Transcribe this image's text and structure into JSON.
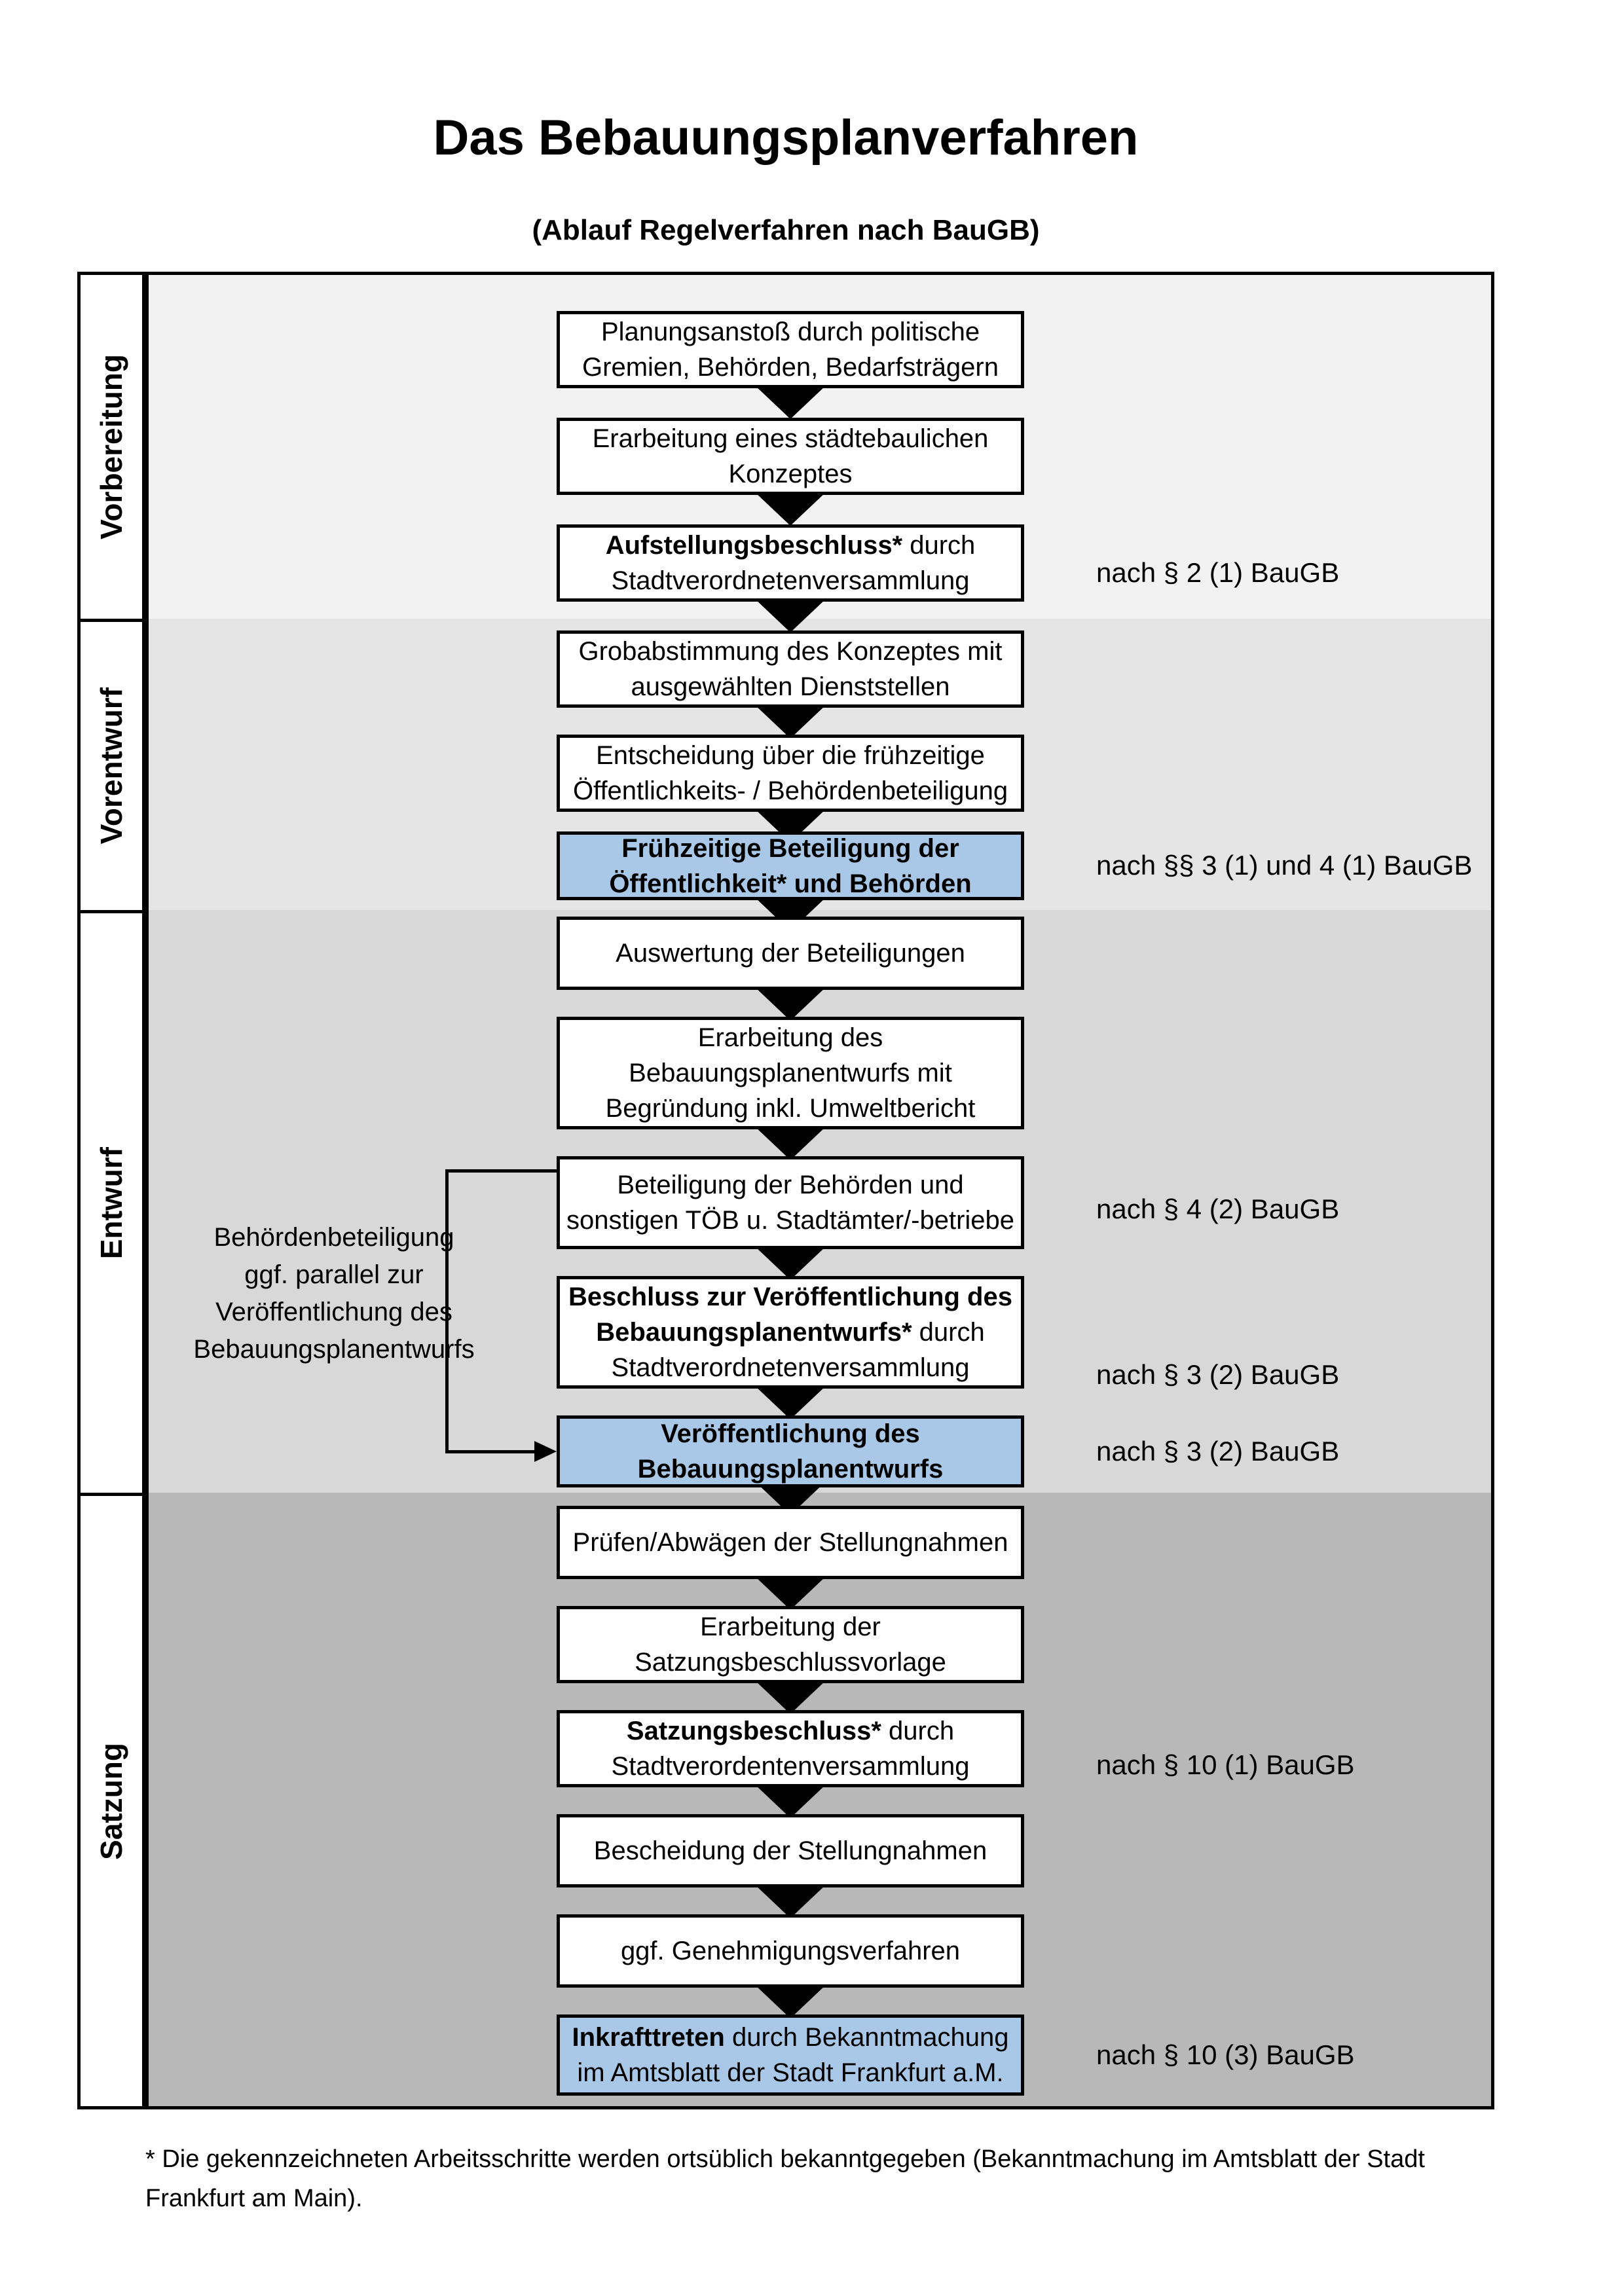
{
  "title": "Das Bebauungsplanverfahren",
  "subtitle": "(Ablauf Regelverfahren nach BauGB)",
  "phases": [
    "Vorbereitung",
    "Vorentwurf",
    "Entwurf",
    "Satzung"
  ],
  "boxes": [
    {
      "lines": [
        {
          "r": "Planungsanstoß durch politische"
        },
        {
          "r": "Gremien, Behörden, Bedarfsträgern"
        }
      ]
    },
    {
      "lines": [
        {
          "r": "Erarbeitung eines städtebaulichen"
        },
        {
          "r": "Konzeptes"
        }
      ]
    },
    {
      "lines": [
        {
          "b": "Aufstellungsbeschluss*",
          "r": " durch"
        },
        {
          "r": "Stadtverordnetenversammlung"
        }
      ]
    },
    {
      "lines": [
        {
          "r": "Grobabstimmung des Konzeptes mit"
        },
        {
          "r": "ausgewählten Dienststellen"
        }
      ]
    },
    {
      "lines": [
        {
          "r": "Entscheidung über die frühzeitige"
        },
        {
          "r": "Öffentlichkeits- / Behördenbeteiligung"
        }
      ]
    },
    {
      "highlight": true,
      "lines": [
        {
          "b": "Frühzeitige Beteiligung der"
        },
        {
          "b": "Öffentlichkeit* und Behörden"
        }
      ]
    },
    {
      "lines": [
        {
          "r": "Auswertung der Beteiligungen"
        }
      ]
    },
    {
      "lines": [
        {
          "r": "Erarbeitung des"
        },
        {
          "r": "Bebauungsplanentwurfs mit"
        },
        {
          "r": "Begründung inkl. Umweltbericht"
        }
      ]
    },
    {
      "lines": [
        {
          "r": "Beteiligung der Behörden und"
        },
        {
          "r": "sonstigen TÖB u. Stadtämter/-betriebe"
        }
      ]
    },
    {
      "lines": [
        {
          "b": "Beschluss zur Veröffentlichung des"
        },
        {
          "b": "Bebauungsplanentwurfs*",
          "r": " durch"
        },
        {
          "r": "Stadtverordnetenversammlung"
        }
      ]
    },
    {
      "highlight": true,
      "lines": [
        {
          "b": "Veröffentlichung des"
        },
        {
          "b": "Bebauungsplanentwurfs"
        }
      ]
    },
    {
      "lines": [
        {
          "r": "Prüfen/Abwägen der Stellungnahmen"
        }
      ]
    },
    {
      "lines": [
        {
          "r": "Erarbeitung der"
        },
        {
          "r": "Satzungsbeschlussvorlage"
        }
      ]
    },
    {
      "lines": [
        {
          "b": "Satzungsbeschluss*",
          "r": " durch"
        },
        {
          "r": "Stadtverordentenversammlung"
        }
      ]
    },
    {
      "lines": [
        {
          "r": "Bescheidung der Stellungnahmen"
        }
      ]
    },
    {
      "lines": [
        {
          "r": "ggf. Genehmigungsverfahren"
        }
      ]
    },
    {
      "highlight": true,
      "lines": [
        {
          "b": "Inkrafttreten",
          "r": " durch Bekanntmachung"
        },
        {
          "r": "im Amtsblatt der Stadt Frankfurt a.M."
        }
      ]
    }
  ],
  "annotations": [
    "nach § 2 (1) BauGB",
    "nach §§ 3 (1) und 4 (1) BauGB",
    "nach § 4 (2) BauGB",
    "nach § 3 (2) BauGB",
    "nach § 3 (2) BauGB",
    "nach § 10 (1) BauGB",
    "nach § 10 (3) BauGB"
  ],
  "side_note": "Behördenbeteiligung\nggf. parallel zur\nVeröffentlichung des\nBebauungsplanentwurfs",
  "footnote": "* Die gekennzeichneten Arbeitsschritte werden ortsüblich bekanntgegeben (Bekanntmachung im Amtsblatt  der Stadt\nFrankfurt am Main).",
  "colors": {
    "highlight": "#a9c7e6",
    "phase_bgs": [
      "#f2f2f2",
      "#e5e5e5",
      "#d8d8d8",
      "#b8b8b8"
    ]
  }
}
